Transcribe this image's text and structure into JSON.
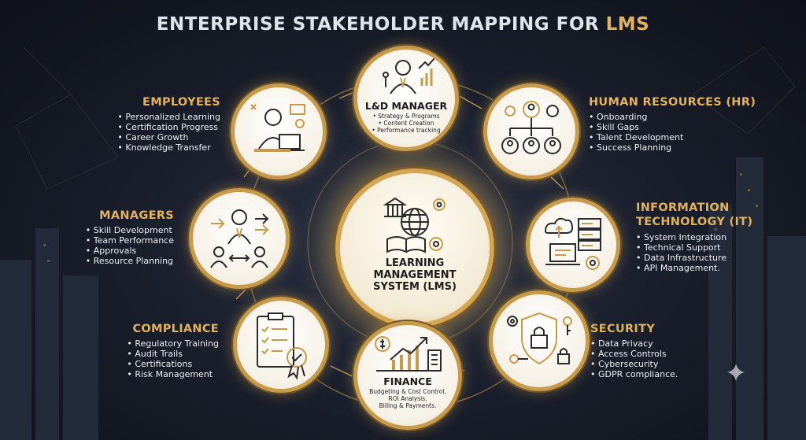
{
  "title": {
    "main": "ENTERPRISE STAKEHOLDER MAPPING FOR ",
    "accent": "LMS"
  },
  "center": {
    "label": "LEARNING\nMANAGEMENT\nSYSTEM (LMS)",
    "icon": "bank-globe-book-gears-icon"
  },
  "nodes": {
    "ld_manager": {
      "label": "L&D MANAGER",
      "details": [
        "• Strategy & Programs",
        "• Content Creation",
        "• Performance tracking"
      ]
    },
    "finance": {
      "label": "FINANCE",
      "details": [
        "Budgeting & Cost Control,",
        "ROI Analysis,",
        "Billing & Payments."
      ]
    }
  },
  "groups": {
    "employees": {
      "heading": "EMPLOYEES",
      "items": [
        "Personalized Learning",
        "Certification Progress",
        "Career Growth",
        "Knowledge Transfer"
      ]
    },
    "managers": {
      "heading": "MANAGERS",
      "items": [
        "Skill Development",
        "Team Performance",
        "Approvals",
        "Resource Planning"
      ]
    },
    "compliance": {
      "heading": "COMPLIANCE",
      "items": [
        "Regulatory Training",
        "Audit Trails",
        "Certifications",
        "Risk Management"
      ]
    },
    "hr": {
      "heading": "HUMAN RESOURCES (HR)",
      "items": [
        "Onboarding",
        "Skill Gaps",
        "Talent Development",
        "Success Planning"
      ]
    },
    "it": {
      "heading": "INFORMATION\nTECHNOLOGY (IT)",
      "items": [
        "System Integration",
        "Technical Support",
        "Data Infrastructure",
        "API Management."
      ]
    },
    "security": {
      "heading": "SECURITY",
      "items": [
        "Data Privacy",
        "Access Controls",
        "Cybersecurity",
        "GDPR compliance."
      ]
    }
  },
  "colors": {
    "gold": "#e2b35a",
    "ring": "#c89b4a",
    "background": "#1a1f2c"
  }
}
